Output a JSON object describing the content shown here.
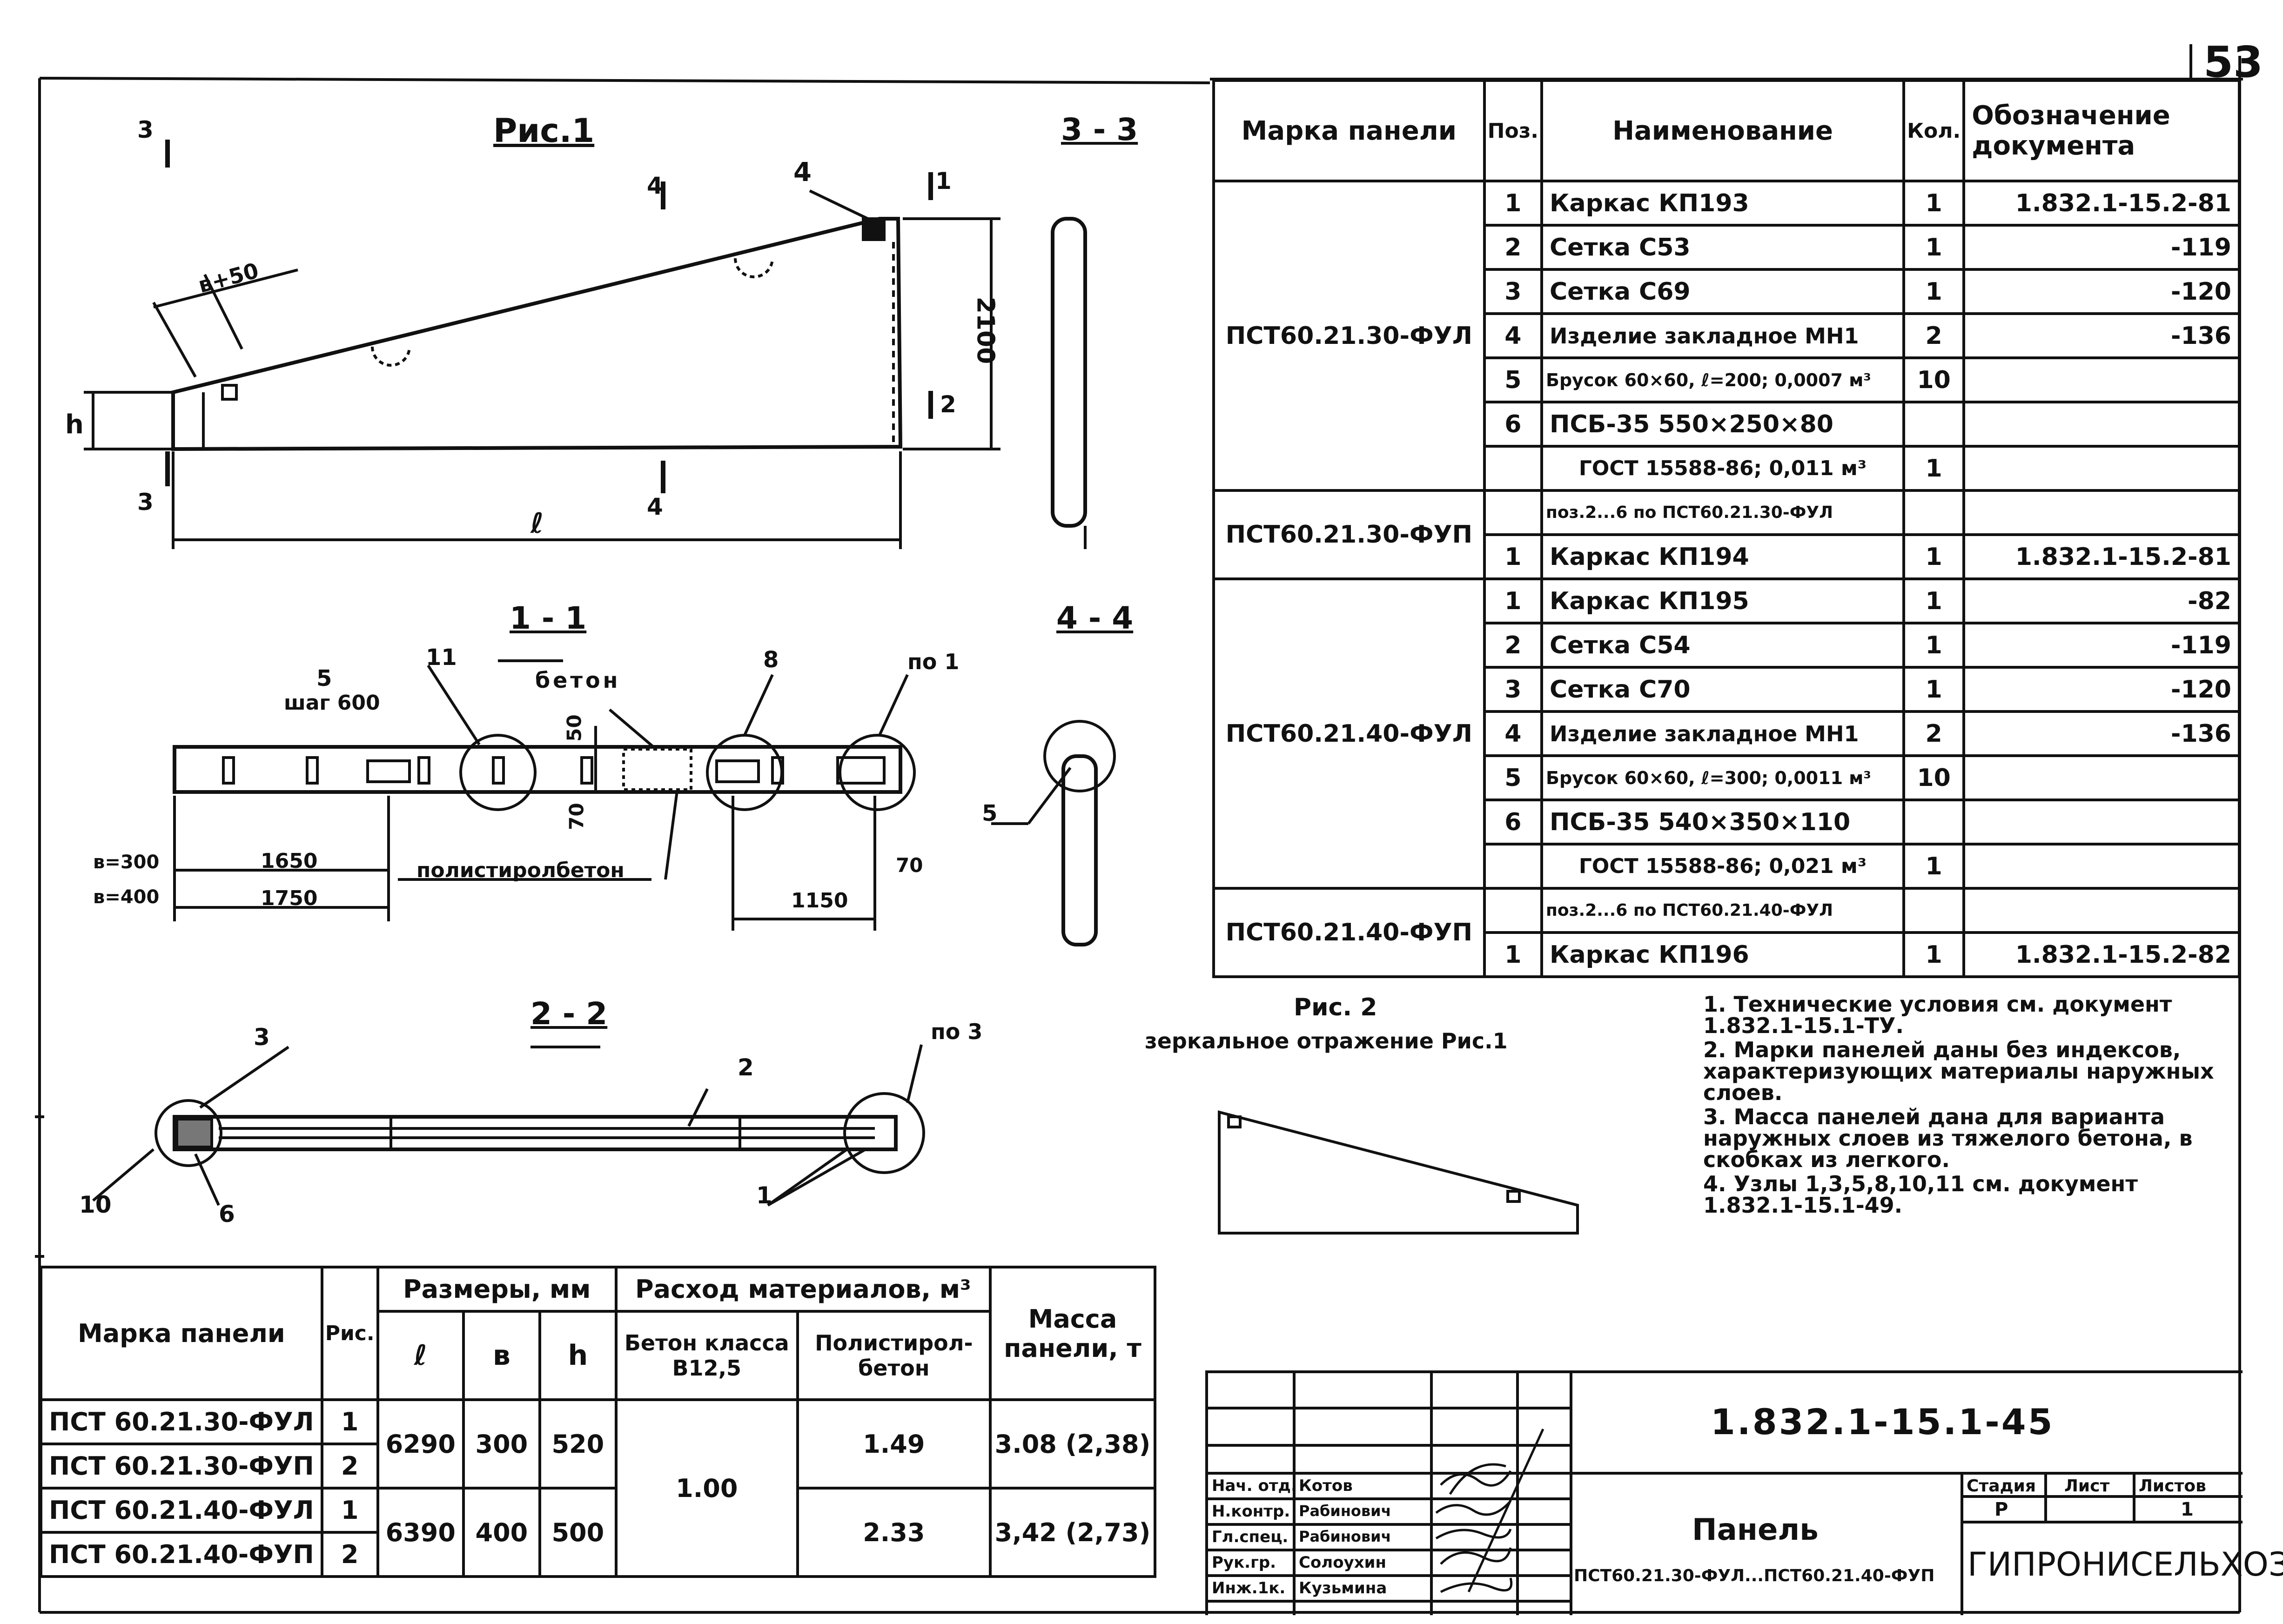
{
  "sheet_number": "53",
  "fig1": {
    "title": "Рис.1",
    "section_33": "3 - 3",
    "callout_4": "4",
    "dim_b50": "в+50",
    "dim_2100": "2100",
    "dim_l": "ℓ",
    "dim_h": "h",
    "cut_3": "3",
    "cut_1": "1",
    "cut_2": "2",
    "cut_4": "4"
  },
  "section_11": {
    "title": "1 - 1",
    "callout_5": "5",
    "step": "шаг 600",
    "callout_11": "11",
    "concrete": "бетон",
    "callout_8": "8",
    "callout_po1": "по 1",
    "dim_50": "50",
    "dim_70": "70",
    "dim_70b": "70",
    "dim_1150": "1150",
    "b300": "в=300",
    "b400": "в=400",
    "dim_1650": "1650",
    "dim_1750": "1750",
    "polystyrene": "полистиролбетон"
  },
  "section_44": {
    "title": "4 - 4",
    "callout_5": "5"
  },
  "section_22": {
    "title": "2 - 2",
    "callout_3": "3",
    "callout_2": "2",
    "callout_po3": "по 3",
    "callout_10": "10",
    "callout_6": "6",
    "callout_1": "1"
  },
  "fig2": {
    "title": "Рис. 2",
    "subtitle": "зеркальное отражение Рис.1"
  },
  "notes": [
    "1. Технические условия см. документ 1.832.1-15.1-ТУ.",
    "2. Марки панелей даны без индексов, характеризующих материалы наружных слоев.",
    "3. Масса панелей дана для варианта наружных слоев из тяжелого бетона, в скобках из легкого.",
    "4. Узлы 1,3,5,8,10,11 см. документ 1.832.1-15.1-49."
  ],
  "spec_table": {
    "headers": [
      "Марка панели",
      "Поз.",
      "Наименование",
      "Кол.",
      "Обозначение документа"
    ],
    "groups": [
      {
        "mark": "ПСТ60.21.30-ФУЛ",
        "rows": [
          [
            "1",
            "Каркас КП193",
            "1",
            "1.832.1-15.2-81"
          ],
          [
            "2",
            "Сетка С53",
            "1",
            "-119"
          ],
          [
            "3",
            "Сетка С69",
            "1",
            "-120"
          ],
          [
            "4",
            "Изделие закладное МН1",
            "2",
            "-136"
          ],
          [
            "5",
            "Брусок 60×60, ℓ=200; 0,0007 м³",
            "10",
            ""
          ],
          [
            "6",
            "ПСБ-35 550×250×80",
            "",
            ""
          ],
          [
            "",
            "ГОСТ 15588-86; 0,011 м³",
            "1",
            ""
          ]
        ]
      },
      {
        "mark": "ПСТ60.21.30-ФУП",
        "rows": [
          [
            "",
            "поз.2...6 по ПСТ60.21.30-ФУЛ",
            "",
            ""
          ],
          [
            "1",
            "Каркас КП194",
            "1",
            "1.832.1-15.2-81"
          ]
        ]
      },
      {
        "mark": "ПСТ60.21.40-ФУЛ",
        "rows": [
          [
            "1",
            "Каркас КП195",
            "1",
            "-82"
          ],
          [
            "2",
            "Сетка С54",
            "1",
            "-119"
          ],
          [
            "3",
            "Сетка С70",
            "1",
            "-120"
          ],
          [
            "4",
            "Изделие закладное МН1",
            "2",
            "-136"
          ],
          [
            "5",
            "Брусок 60×60, ℓ=300; 0,0011 м³",
            "10",
            ""
          ],
          [
            "6",
            "ПСБ-35 540×350×110",
            "",
            ""
          ],
          [
            "",
            "ГОСТ 15588-86; 0,021 м³",
            "1",
            ""
          ]
        ]
      },
      {
        "mark": "ПСТ60.21.40-ФУП",
        "rows": [
          [
            "",
            "поз.2...6 по ПСТ60.21.40-ФУЛ",
            "",
            ""
          ],
          [
            "1",
            "Каркас КП196",
            "1",
            "1.832.1-15.2-82"
          ]
        ]
      }
    ]
  },
  "bom_table": {
    "h_mark": "Марка панели",
    "h_fig": "Рис.",
    "h_dims": "Размеры, мм",
    "h_l": "ℓ",
    "h_b": "в",
    "h_h": "h",
    "h_materials": "Расход материалов, м³",
    "h_concrete": "Бетон класса В12,5",
    "h_poly": "Полистирол-бетон",
    "h_mass": "Масса панели, т",
    "marks": [
      "ПСТ 60.21.30-ФУЛ",
      "ПСТ 60.21.30-ФУП",
      "ПСТ 60.21.40-ФУЛ",
      "ПСТ 60.21.40-ФУП"
    ],
    "figs": [
      "1",
      "2",
      "1",
      "2"
    ],
    "l": [
      "6290",
      "6390"
    ],
    "b": [
      "300",
      "400"
    ],
    "h": [
      "520",
      "500"
    ],
    "concrete": "1.00",
    "poly": [
      "1.49",
      "2.33"
    ],
    "mass": [
      "3.08 (2,38)",
      "3,42 (2,73)"
    ]
  },
  "title_block": {
    "doc_code": "1.832.1-15.1-45",
    "roles": [
      "Нач. отд.",
      "Н.контр.",
      "Гл.спец.",
      "Рук.гр.",
      "Инж.1к."
    ],
    "names": [
      "Котов",
      "Рабинович",
      "Рабинович",
      "Солоухин",
      "Кузьмина"
    ],
    "title": "Панель",
    "subtitle": "ПСТ60.21.30-ФУЛ...ПСТ60.21.40-ФУП",
    "stage_h": "Стадия",
    "sheet_h": "Лист",
    "sheets_h": "Листов",
    "stage": "Р",
    "sheets": "1",
    "org": "ГИПРОНИСЕЛЬХОЗ"
  }
}
